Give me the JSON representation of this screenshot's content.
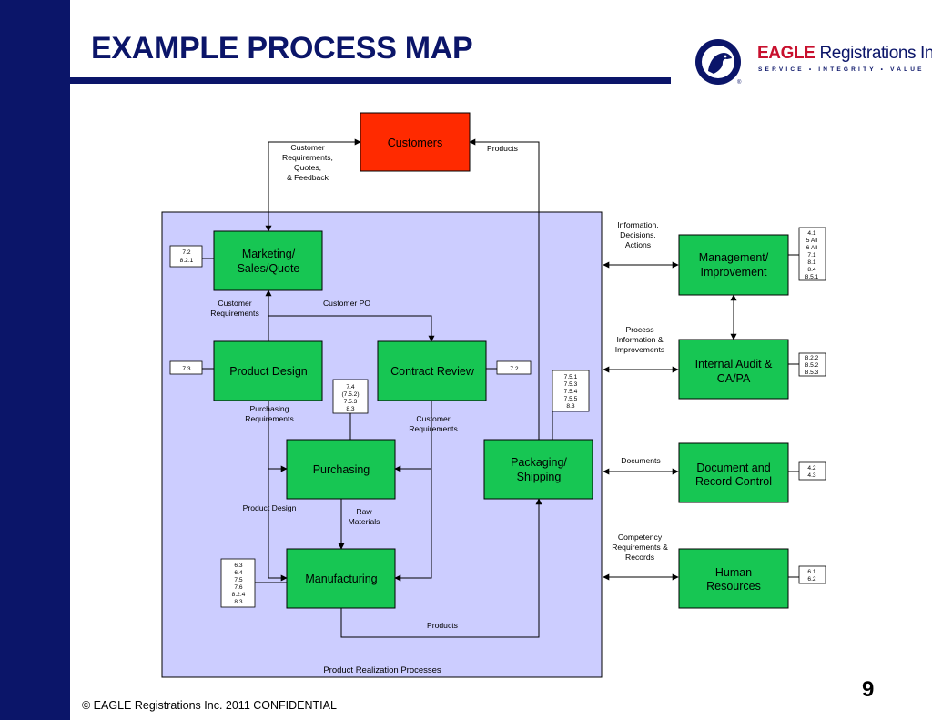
{
  "slide": {
    "title": "EXAMPLE PROCESS MAP",
    "page_number": "9",
    "footer": "© EAGLE Registrations Inc. 2011 CONFIDENTIAL"
  },
  "logo": {
    "brand": "EAGLE",
    "name": "Registrations Inc.",
    "tagline": "SERVICE • INTEGRITY • VALUE"
  },
  "colors": {
    "navy": "#0b1569",
    "customers_fill": "#ff2a00",
    "process_fill": "#17c653",
    "realization_fill": "#cccdff"
  },
  "boxes": {
    "customers": "Customers",
    "marketing": [
      "Marketing/",
      "Sales/Quote"
    ],
    "product_design": "Product Design",
    "contract_review": "Contract Review",
    "purchasing": "Purchasing",
    "manufacturing": "Manufacturing",
    "packaging": [
      "Packaging/",
      "Shipping"
    ],
    "management": [
      "Management/",
      "Improvement"
    ],
    "internal_audit": [
      "Internal Audit &",
      "CA/PA"
    ],
    "document_control": [
      "Document and",
      "Record Control"
    ],
    "human_resources": [
      "Human",
      "Resources"
    ]
  },
  "realization_label": "Product Realization Processes",
  "flows": {
    "customer_requirements": [
      "Customer",
      "Requirements,",
      "Quotes,",
      "& Feedback"
    ],
    "products_top": "Products",
    "customer_req_left": [
      "Customer",
      "Requirements"
    ],
    "customer_po": "Customer PO",
    "purchasing_req": [
      "Purchasing",
      "Requirements"
    ],
    "customer_req_right": [
      "Customer",
      "Requirements"
    ],
    "product_design": "Product Design",
    "raw_materials": [
      "Raw",
      "Materials"
    ],
    "products_bottom": "Products",
    "information": [
      "Information,",
      "Decisions,",
      "Actions"
    ],
    "process_info": [
      "Process",
      "Information &",
      "Improvements"
    ],
    "documents": "Documents",
    "competency": [
      "Competency",
      "Requirements &",
      "Records"
    ]
  },
  "clauses": {
    "marketing": [
      "7.2",
      "8.2.1"
    ],
    "product_design": [
      "7.3"
    ],
    "contract_review": [
      "7.2"
    ],
    "purchasing": [
      "7.4",
      "(7.5.2)",
      "7.5.3",
      "8.3"
    ],
    "packaging": [
      "7.5.1",
      "7.5.3",
      "7.5.4",
      "7.5.5",
      "8.3"
    ],
    "manufacturing": [
      "6.3",
      "6.4",
      "7.5",
      "7.6",
      "8.2.4",
      "8.3"
    ],
    "management": [
      "4.1",
      "5 All",
      "6 All",
      "7.1",
      "8.1",
      "8.4",
      "8.5.1"
    ],
    "internal_audit": [
      "8.2.2",
      "8.5.2",
      "8.5.3"
    ],
    "document_control": [
      "4.2",
      "4.3"
    ],
    "human_resources": [
      "6.1",
      "6.2"
    ]
  }
}
